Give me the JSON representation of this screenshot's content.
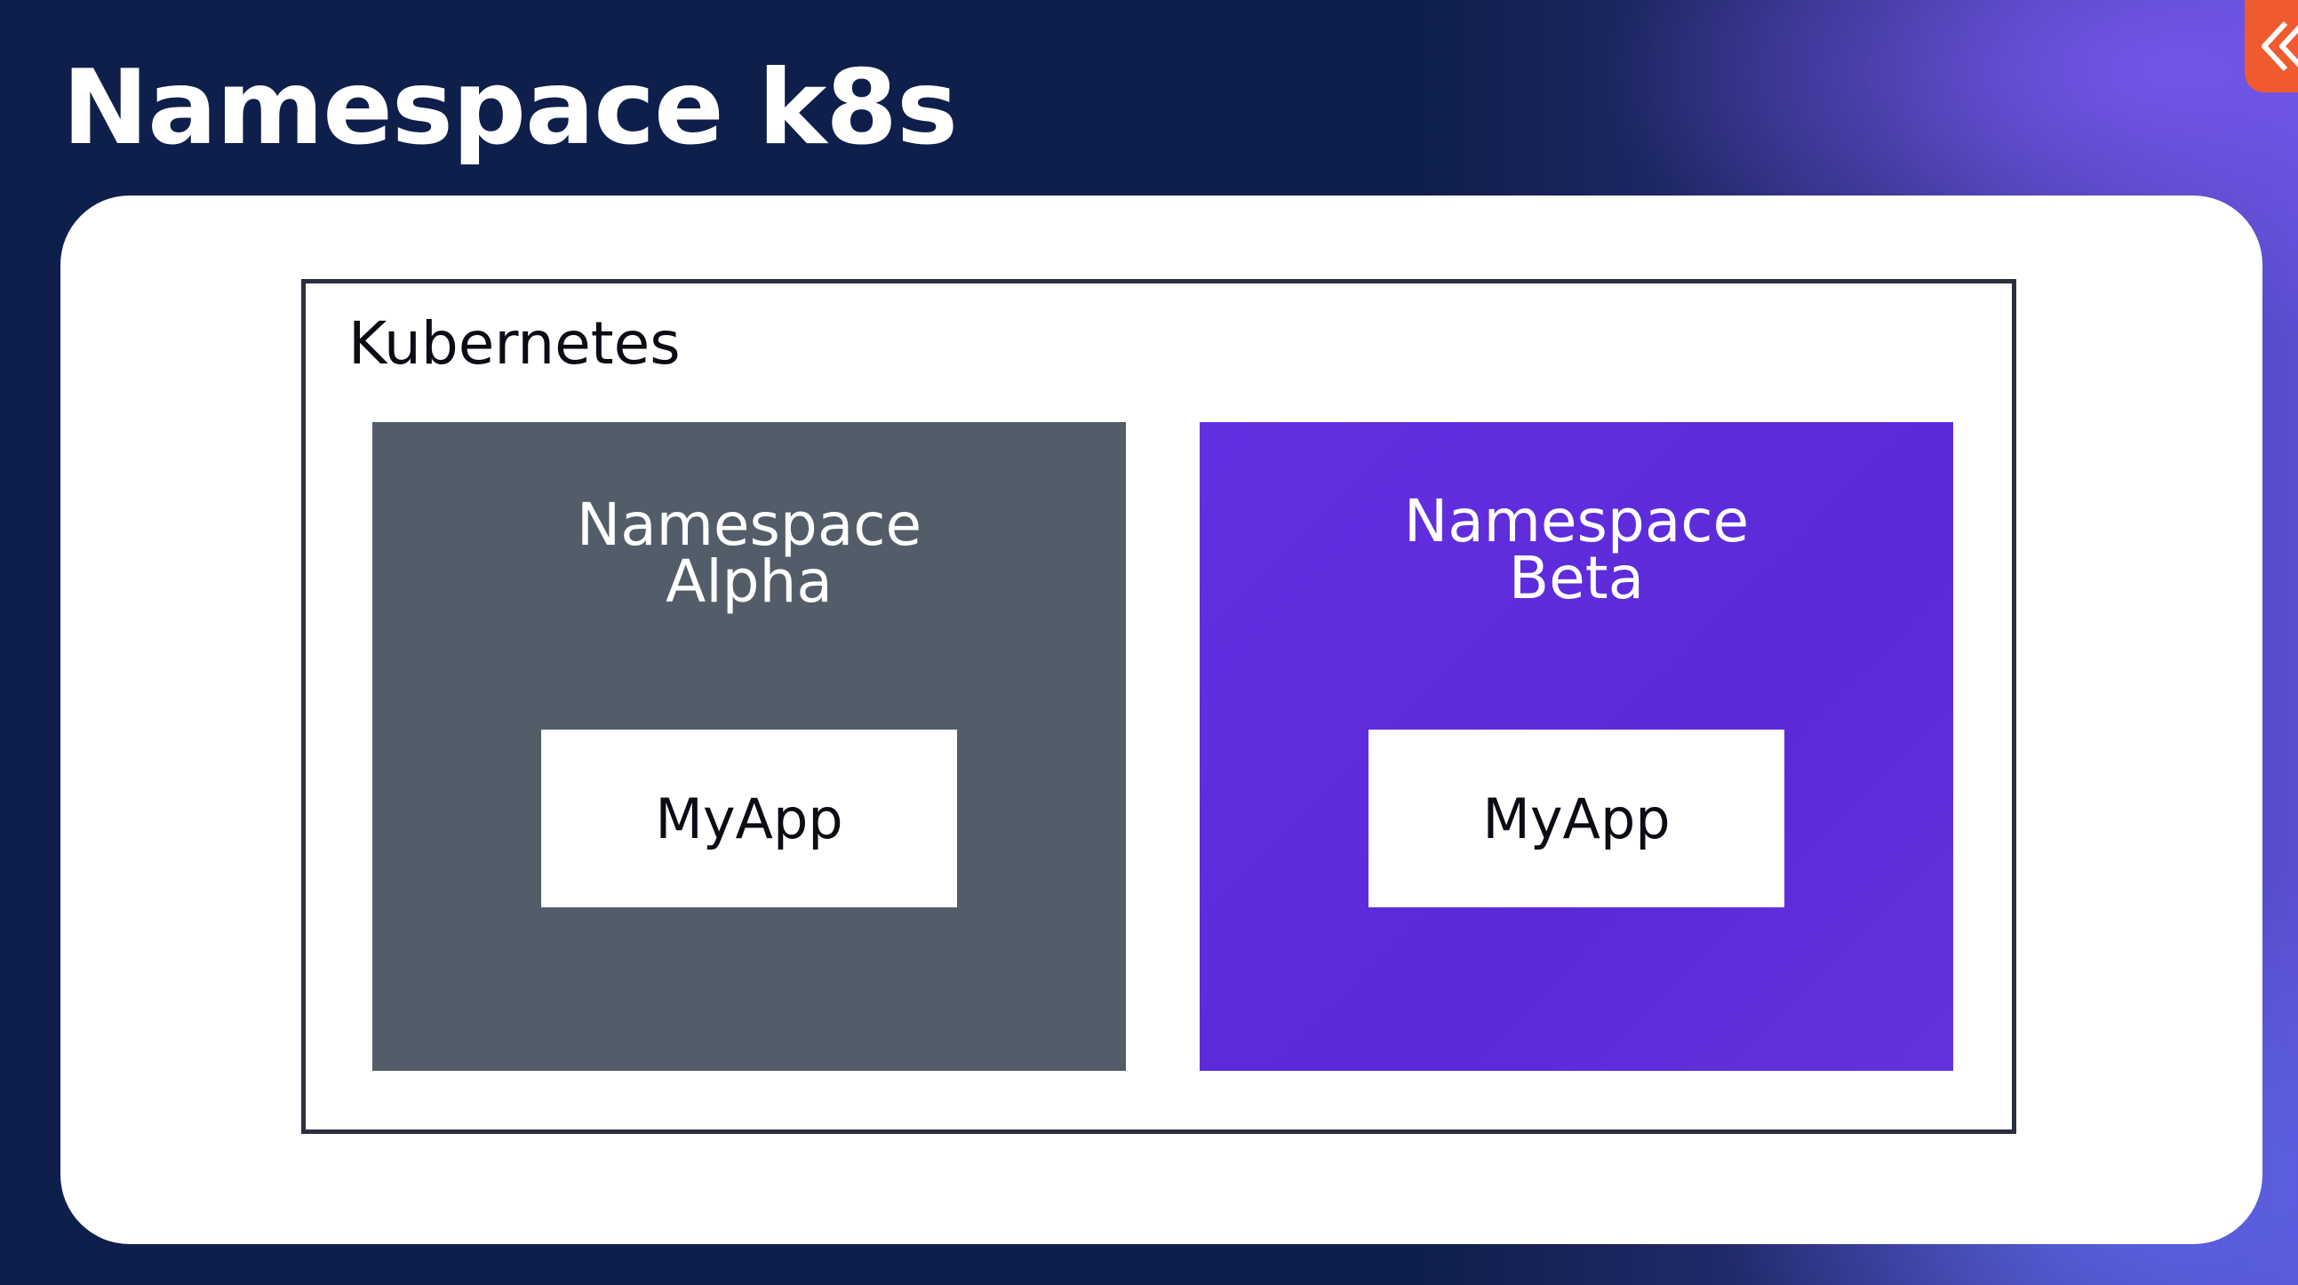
{
  "slide": {
    "title": "Namespace k8s"
  },
  "diagram": {
    "cluster_label": "Kubernetes",
    "namespaces": [
      {
        "line1": "Namespace",
        "line2": "Alpha",
        "app_label": "MyApp",
        "color": "#525d69"
      },
      {
        "line1": "Namespace",
        "line2": "Beta",
        "app_label": "MyApp",
        "color": "#6330e0"
      }
    ]
  },
  "colors": {
    "background": "#0f1f4b",
    "card": "#ffffff",
    "badge": "#ef5a2e"
  },
  "icons": {
    "corner_badge": "double-chevron-left-icon"
  }
}
